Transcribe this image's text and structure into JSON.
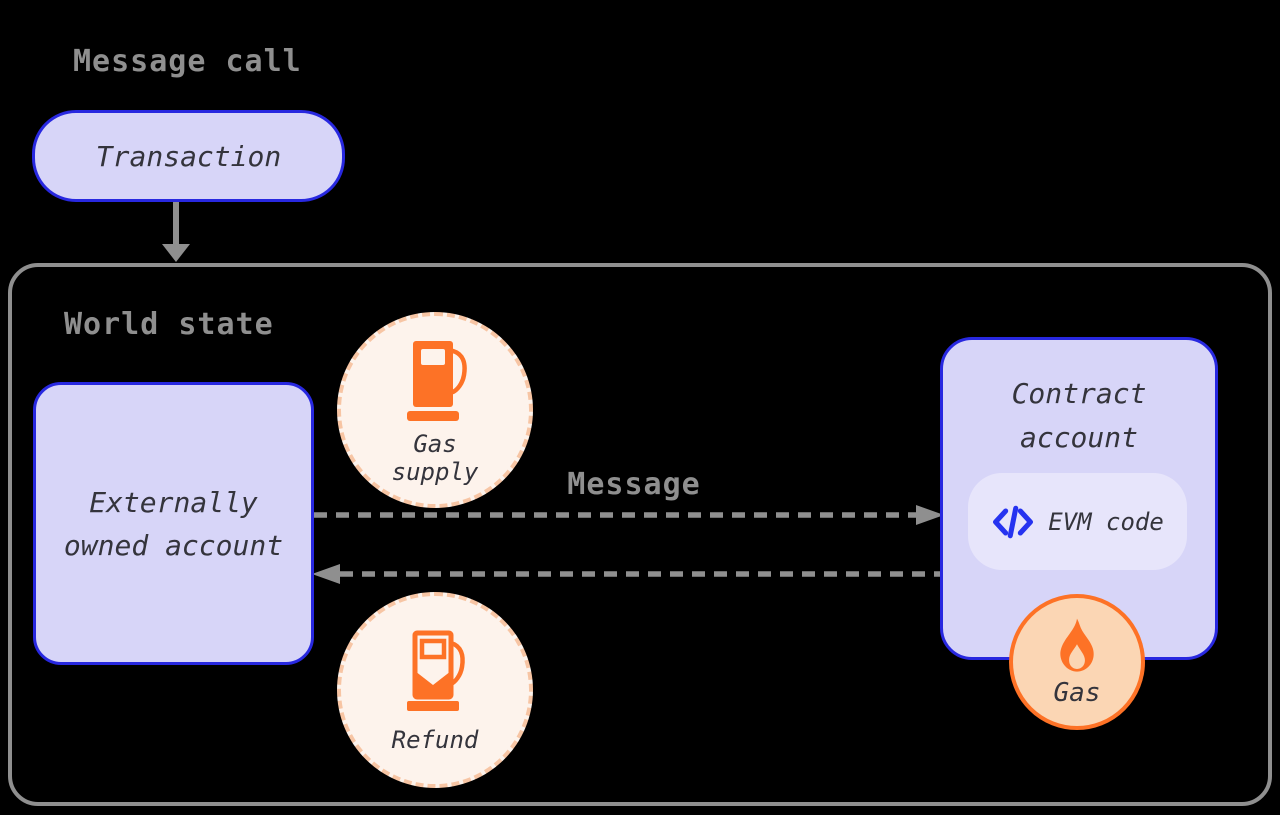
{
  "diagram": {
    "title": "Message call",
    "transaction": {
      "label": "Transaction"
    },
    "world_state": {
      "label": "World state"
    },
    "eoa": {
      "line1": "Externally",
      "line2": "owned account"
    },
    "gas_supply": {
      "line1": "Gas",
      "line2": "supply",
      "icon": "gas-pump-icon"
    },
    "message": {
      "label": "Message"
    },
    "contract": {
      "line1": "Contract",
      "line2": "account"
    },
    "evm": {
      "label": "EVM code",
      "icon": "code-icon"
    },
    "gas": {
      "label": "Gas",
      "icon": "flame-icon"
    },
    "refund": {
      "label": "Refund",
      "icon": "gas-pump-refund-icon"
    }
  },
  "colors": {
    "bg": "#000000",
    "gray": "#8f8f8f",
    "ink": "#34343c",
    "lavender": "#d7d5f8",
    "pill": "#e7e5fb",
    "blue": "#2828e0",
    "icon-blue": "#2633f0",
    "orange": "#fd7226",
    "peach": "#f7c5a4",
    "cream": "#fdf3ec",
    "gas-fill": "#fbd6b4"
  }
}
